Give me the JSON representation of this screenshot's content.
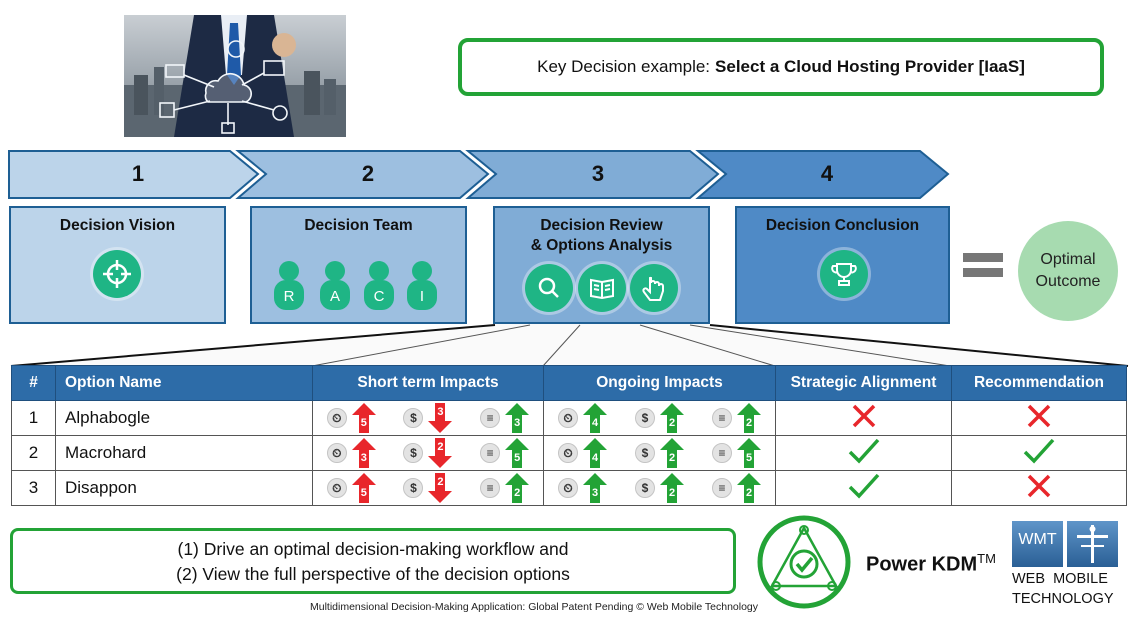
{
  "banner": {
    "prefix": "Key Decision example:",
    "title": "Select a Cloud Hosting Provider [IaaS]"
  },
  "steps": [
    {
      "num": "1",
      "title": "Decision Vision",
      "icon": "crosshair-icon"
    },
    {
      "num": "2",
      "title": "Decision Team",
      "icon": "people-icon",
      "roles": [
        "R",
        "A",
        "C",
        "I"
      ]
    },
    {
      "num": "3",
      "title_line1": "Decision Review",
      "title_line2": "& Options Analysis",
      "icons": [
        "search-icon",
        "book-icon",
        "hand-pointer-icon"
      ]
    },
    {
      "num": "4",
      "title": "Decision Conclusion",
      "icon": "trophy-icon"
    }
  ],
  "outcome": {
    "line1": "Optimal",
    "line2": "Outcome"
  },
  "table": {
    "headers": [
      "#",
      "Option Name",
      "Short term Impacts",
      "Ongoing Impacts",
      "Strategic Alignment",
      "Recommendation"
    ],
    "impact_icons": [
      "clock-icon",
      "dollar-icon",
      "layers-icon"
    ],
    "rows": [
      {
        "num": "1",
        "name": "Alphabogle",
        "short": [
          {
            "dir": "up",
            "color": "red",
            "value": "5"
          },
          {
            "dir": "down",
            "color": "red",
            "value": "3"
          },
          {
            "dir": "up",
            "color": "green",
            "value": "3"
          }
        ],
        "ongoing": [
          {
            "dir": "up",
            "color": "green",
            "value": "4"
          },
          {
            "dir": "up",
            "color": "green",
            "value": "2"
          },
          {
            "dir": "up",
            "color": "green",
            "value": "2"
          }
        ],
        "strategic": "cross",
        "recommendation": "cross"
      },
      {
        "num": "2",
        "name": "Macrohard",
        "short": [
          {
            "dir": "up",
            "color": "red",
            "value": "3"
          },
          {
            "dir": "down",
            "color": "red",
            "value": "2"
          },
          {
            "dir": "up",
            "color": "green",
            "value": "5"
          }
        ],
        "ongoing": [
          {
            "dir": "up",
            "color": "green",
            "value": "4"
          },
          {
            "dir": "up",
            "color": "green",
            "value": "2"
          },
          {
            "dir": "up",
            "color": "green",
            "value": "5"
          }
        ],
        "strategic": "check",
        "recommendation": "check"
      },
      {
        "num": "3",
        "name": "Disappon",
        "short": [
          {
            "dir": "up",
            "color": "red",
            "value": "5"
          },
          {
            "dir": "down",
            "color": "red",
            "value": "2"
          },
          {
            "dir": "up",
            "color": "green",
            "value": "2"
          }
        ],
        "ongoing": [
          {
            "dir": "up",
            "color": "green",
            "value": "3"
          },
          {
            "dir": "up",
            "color": "green",
            "value": "2"
          },
          {
            "dir": "up",
            "color": "green",
            "value": "2"
          }
        ],
        "strategic": "check",
        "recommendation": "cross"
      }
    ]
  },
  "footer": {
    "line1": "(1) Drive an optimal decision-making workflow and",
    "line2": "(2) View the full perspective of the decision options"
  },
  "copyright": "Multidimensional Decision-Making Application: Global Patent Pending © Web Mobile Technology",
  "brand": {
    "name": "Power KDM",
    "tm": "TM",
    "wmt_abbr": "WMT",
    "wmt_line1": "WEB  MOBILE",
    "wmt_line2": "TECHNOLOGY"
  },
  "colors": {
    "green": "#23a336",
    "red": "#e8262b",
    "teal": "#1fb585",
    "header_blue": "#2d6ca8"
  }
}
